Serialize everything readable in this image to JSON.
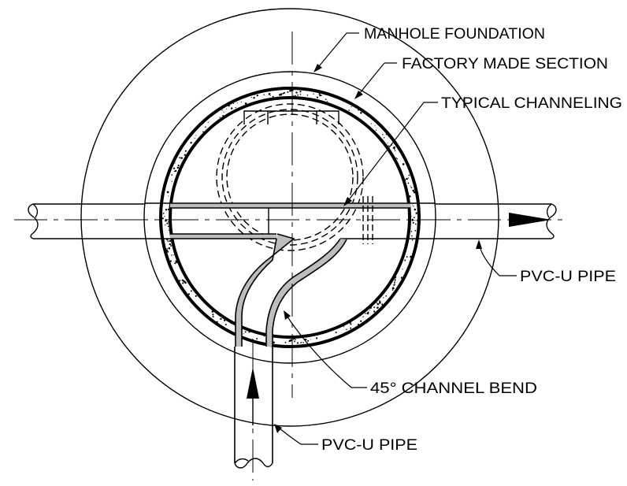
{
  "labels": {
    "manhole_foundation": "MANHOLE FOUNDATION",
    "factory_made_section": "FACTORY MADE SECTION",
    "typical_channeling": "TYPICAL CHANNELING",
    "pvc_pipe_right": "PVC-U PIPE",
    "channel_bend": "45° CHANNEL BEND",
    "pvc_pipe_bottom": "PVC-U PIPE"
  },
  "colors": {
    "line": "#000000",
    "channel_fill": "#bdbdbd",
    "background": "#ffffff"
  }
}
